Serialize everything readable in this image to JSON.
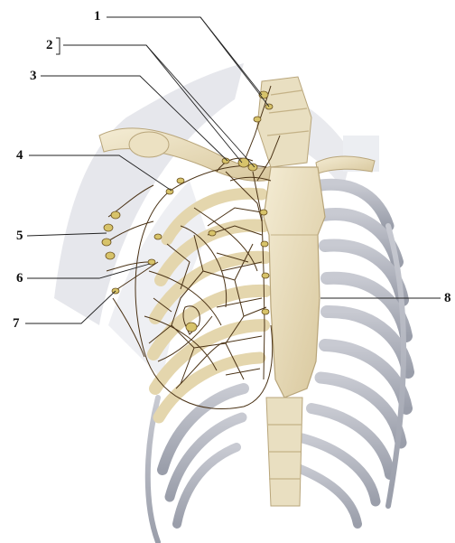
{
  "figure": {
    "labels": [
      {
        "id": "l1",
        "text": "1"
      },
      {
        "id": "l2",
        "text": "2"
      },
      {
        "id": "l3",
        "text": "3"
      },
      {
        "id": "l4",
        "text": "4"
      },
      {
        "id": "l5",
        "text": "5"
      },
      {
        "id": "l6",
        "text": "6"
      },
      {
        "id": "l7",
        "text": "7"
      },
      {
        "id": "l8",
        "text": "8"
      }
    ],
    "colors": {
      "bone": "#efe4c6",
      "bone_shade": "#d9c9a0",
      "bone_edge": "#b8a57a",
      "rib_grey": "#b9bcc6",
      "rib_grey_dark": "#8e929f",
      "skin_shadow": "#cfd2da",
      "lymph_line": "#4a3215",
      "node_fill": "#d7c36a",
      "leader_line": "#222222"
    }
  }
}
